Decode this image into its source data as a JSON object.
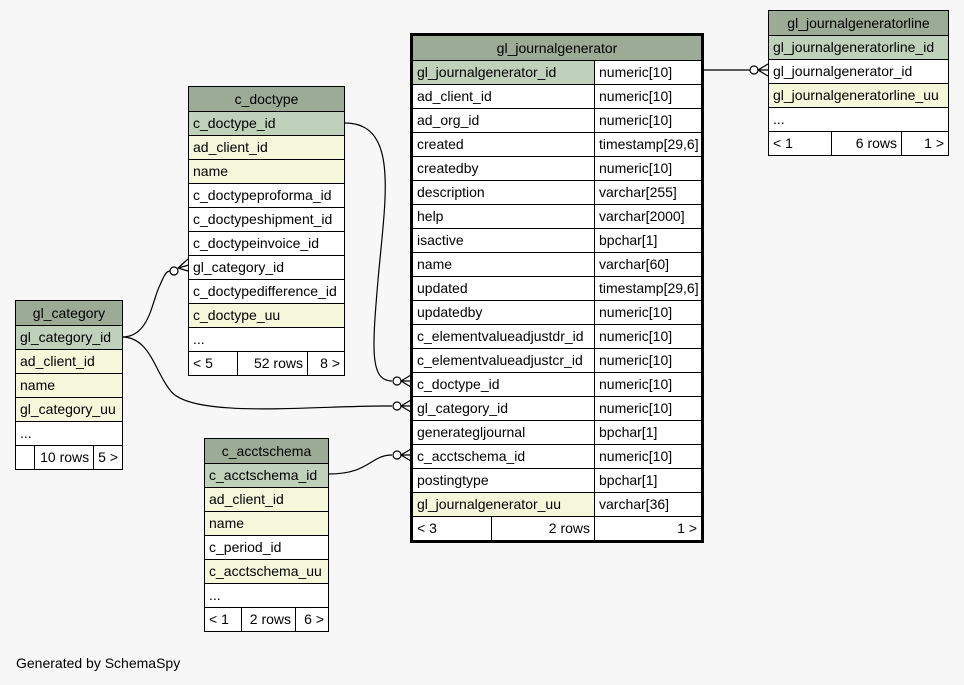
{
  "gl_journalgenerator": {
    "title": "gl_journalgenerator",
    "columns": [
      {
        "name": "gl_journalgenerator_id",
        "type": "numeric[10]",
        "kind": "pk"
      },
      {
        "name": "ad_client_id",
        "type": "numeric[10]",
        "kind": "plain"
      },
      {
        "name": "ad_org_id",
        "type": "numeric[10]",
        "kind": "plain"
      },
      {
        "name": "created",
        "type": "timestamp[29,6]",
        "kind": "plain"
      },
      {
        "name": "createdby",
        "type": "numeric[10]",
        "kind": "plain"
      },
      {
        "name": "description",
        "type": "varchar[255]",
        "kind": "plain"
      },
      {
        "name": "help",
        "type": "varchar[2000]",
        "kind": "plain"
      },
      {
        "name": "isactive",
        "type": "bpchar[1]",
        "kind": "plain"
      },
      {
        "name": "name",
        "type": "varchar[60]",
        "kind": "plain"
      },
      {
        "name": "updated",
        "type": "timestamp[29,6]",
        "kind": "plain"
      },
      {
        "name": "updatedby",
        "type": "numeric[10]",
        "kind": "plain"
      },
      {
        "name": "c_elementvalueadjustdr_id",
        "type": "numeric[10]",
        "kind": "plain"
      },
      {
        "name": "c_elementvalueadjustcr_id",
        "type": "numeric[10]",
        "kind": "plain"
      },
      {
        "name": "c_doctype_id",
        "type": "numeric[10]",
        "kind": "plain"
      },
      {
        "name": "gl_category_id",
        "type": "numeric[10]",
        "kind": "plain"
      },
      {
        "name": "generategljournal",
        "type": "bpchar[1]",
        "kind": "plain"
      },
      {
        "name": "c_acctschema_id",
        "type": "numeric[10]",
        "kind": "plain"
      },
      {
        "name": "postingtype",
        "type": "bpchar[1]",
        "kind": "plain"
      },
      {
        "name": "gl_journalgenerator_uu",
        "type": "varchar[36]",
        "kind": "idx"
      }
    ],
    "footer": {
      "parents": "< 3",
      "rows": "2 rows",
      "children": "1 >"
    }
  },
  "gl_journalgeneratorline": {
    "title": "gl_journalgeneratorline",
    "columns": [
      {
        "name": "gl_journalgeneratorline_id",
        "kind": "pk"
      },
      {
        "name": "gl_journalgenerator_id",
        "kind": "plain"
      },
      {
        "name": "gl_journalgeneratorline_uu",
        "kind": "idx"
      },
      {
        "name": "...",
        "kind": "plain"
      }
    ],
    "footer": {
      "parents": "< 1",
      "rows": "6 rows",
      "children": "1 >"
    }
  },
  "c_doctype": {
    "title": "c_doctype",
    "columns": [
      {
        "name": "c_doctype_id",
        "kind": "pk"
      },
      {
        "name": "ad_client_id",
        "kind": "idx"
      },
      {
        "name": "name",
        "kind": "idx"
      },
      {
        "name": "c_doctypeproforma_id",
        "kind": "plain"
      },
      {
        "name": "c_doctypeshipment_id",
        "kind": "plain"
      },
      {
        "name": "c_doctypeinvoice_id",
        "kind": "plain"
      },
      {
        "name": "gl_category_id",
        "kind": "plain"
      },
      {
        "name": "c_doctypedifference_id",
        "kind": "plain"
      },
      {
        "name": "c_doctype_uu",
        "kind": "idx"
      },
      {
        "name": "...",
        "kind": "plain"
      }
    ],
    "footer": {
      "parents": "< 5",
      "rows": "52 rows",
      "children": "8 >"
    }
  },
  "gl_category": {
    "title": "gl_category",
    "columns": [
      {
        "name": "gl_category_id",
        "kind": "pk"
      },
      {
        "name": "ad_client_id",
        "kind": "idx"
      },
      {
        "name": "name",
        "kind": "idx"
      },
      {
        "name": "gl_category_uu",
        "kind": "idx"
      },
      {
        "name": "...",
        "kind": "plain"
      }
    ],
    "footer": {
      "parents": "",
      "rows": "10 rows",
      "children": "5 >"
    }
  },
  "c_acctschema": {
    "title": "c_acctschema",
    "columns": [
      {
        "name": "c_acctschema_id",
        "kind": "pk"
      },
      {
        "name": "ad_client_id",
        "kind": "idx"
      },
      {
        "name": "name",
        "kind": "idx"
      },
      {
        "name": "c_period_id",
        "kind": "plain"
      },
      {
        "name": "c_acctschema_uu",
        "kind": "idx"
      },
      {
        "name": "...",
        "kind": "plain"
      }
    ],
    "footer": {
      "parents": "< 1",
      "rows": "2 rows",
      "children": "6 >"
    }
  },
  "generated_by": "Generated by SchemaSpy"
}
